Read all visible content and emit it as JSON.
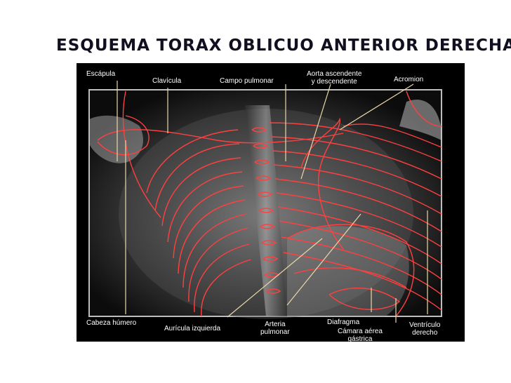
{
  "title": "Esquema torax oblicuo anterior derecha",
  "colors": {
    "outline": "#ff4040",
    "leader": "#e8d8a8",
    "label": "#ffffff",
    "background": "#000000"
  },
  "labels": {
    "escapula": "Escápula",
    "clavicula": "Clavícula",
    "campo_pulmonar": "Campo pulmonar",
    "aorta_line1": "Aorta ascendente",
    "aorta_line2": "y descendente",
    "acromion": "Acromion",
    "cabeza_humero": "Cabeza húmero",
    "auricula_izquierda": "Aurícula izquierda",
    "arteria_line1": "Arteria",
    "arteria_line2": "pulmonar",
    "diafragma": "Diafragma",
    "camara_line1": "Cámara aérea",
    "camara_line2": "gástrica",
    "ventriculo_line1": "Ventrículo",
    "ventriculo_line2": "derecho"
  }
}
